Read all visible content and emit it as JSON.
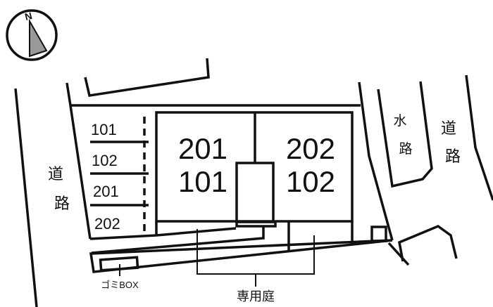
{
  "compass": {
    "north_label": "N"
  },
  "roads": {
    "left_road": [
      "道",
      "路"
    ],
    "right_road": [
      "道",
      "路"
    ],
    "waterway": [
      "水",
      "路"
    ]
  },
  "parking": {
    "spaces": [
      "101",
      "102",
      "201",
      "202"
    ]
  },
  "building": {
    "left_unit": {
      "upper": "201",
      "lower": "101"
    },
    "right_unit": {
      "upper": "202",
      "lower": "102"
    }
  },
  "labels": {
    "garbage_box": "ゴミBOX",
    "private_garden": "専用庭"
  },
  "colors": {
    "line": "#111111",
    "compass_fill": "#999999"
  }
}
